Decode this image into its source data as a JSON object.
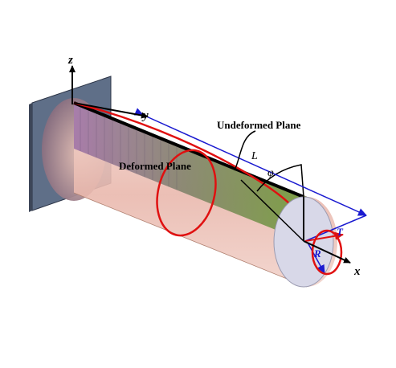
{
  "labels": {
    "undeformed_plane": "Undeformed Plane",
    "deformed_plane": "Deformed Plane",
    "axis_x": "x",
    "axis_y": "y",
    "axis_z": "z",
    "length": "L",
    "twist_angle": "φ",
    "radius": "R",
    "torque": "T"
  },
  "colors": {
    "wall": "#5f6f88",
    "cylinder": "#e9b8ad",
    "deformed_plane": "#6e8a3a",
    "red": "#e01010",
    "blue": "#1a1ad0",
    "end_face": "#d8d8e8"
  }
}
